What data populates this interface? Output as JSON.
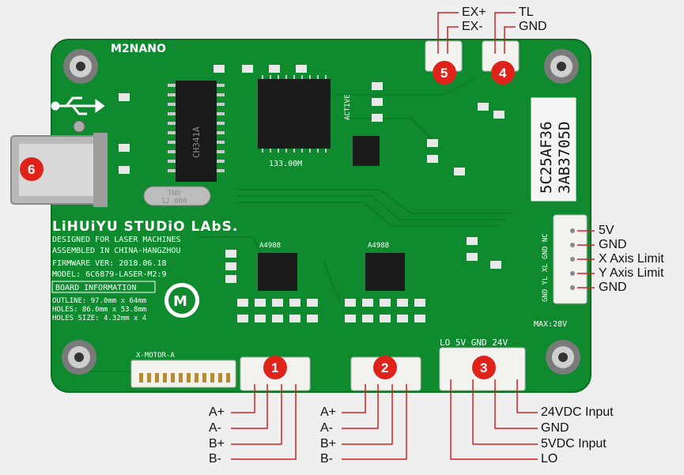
{
  "board": {
    "brand_lines": [
      "LiHUiYU STUDiO LAbS."
    ],
    "description_lines": [
      "DESIGNED FOR LASER MACHINES",
      "ASSEMBLED IN CHINA-HANGZHOU"
    ],
    "firmware": "FIRMWARE VER: 2018.06.18",
    "model": "MODEL: 6C6879-LASER-M2:9",
    "info_title": "BOARD INFORMATION",
    "info_lines": [
      "OUTLINE: 97.0mm x 64mm",
      "HOLES: 86.0mm x 53.8mm",
      "HOLES SIZE: 4.32mm x 4"
    ],
    "nano_logo": "M2NANO",
    "serial_1": "5C25AF36",
    "serial_2": "3AB3705D",
    "max_voltage": "MAX:28V",
    "power_pins_label": "LO  5V  GND  24V",
    "x_motor_label": "X-MOTOR-A",
    "driver_chip_1": "A4988",
    "driver_chip_2": "A4988",
    "usb_chip": "CH341A",
    "crystal": "12.000",
    "crystal_brand": "TND",
    "active_label": "ACTIVE",
    "main_chip_label": "133.00M",
    "right_pins_label": "GND YL XL GND NC"
  },
  "badges": [
    "1",
    "2",
    "3",
    "4",
    "5",
    "6"
  ],
  "callouts": {
    "top_5": [
      "EX+",
      "EX-"
    ],
    "top_4": [
      "TL",
      "GND"
    ],
    "right": [
      "5V",
      "GND",
      "X Axis Limit",
      "Y Axis Limit",
      "GND"
    ],
    "bottom_1": [
      "A+",
      "A-",
      "B+",
      "B-"
    ],
    "bottom_2": [
      "A+",
      "A-",
      "B+",
      "B-"
    ],
    "bottom_3": [
      "24VDC Input",
      "GND",
      "5VDC Input",
      "LO"
    ]
  },
  "colors": {
    "background": "#efefef",
    "pcb": "#0f8a2e",
    "pcb_dark": "#0a6e23",
    "badge": "#e0231a",
    "connector": "#f2f2ee",
    "callout_line": "#d42020"
  }
}
